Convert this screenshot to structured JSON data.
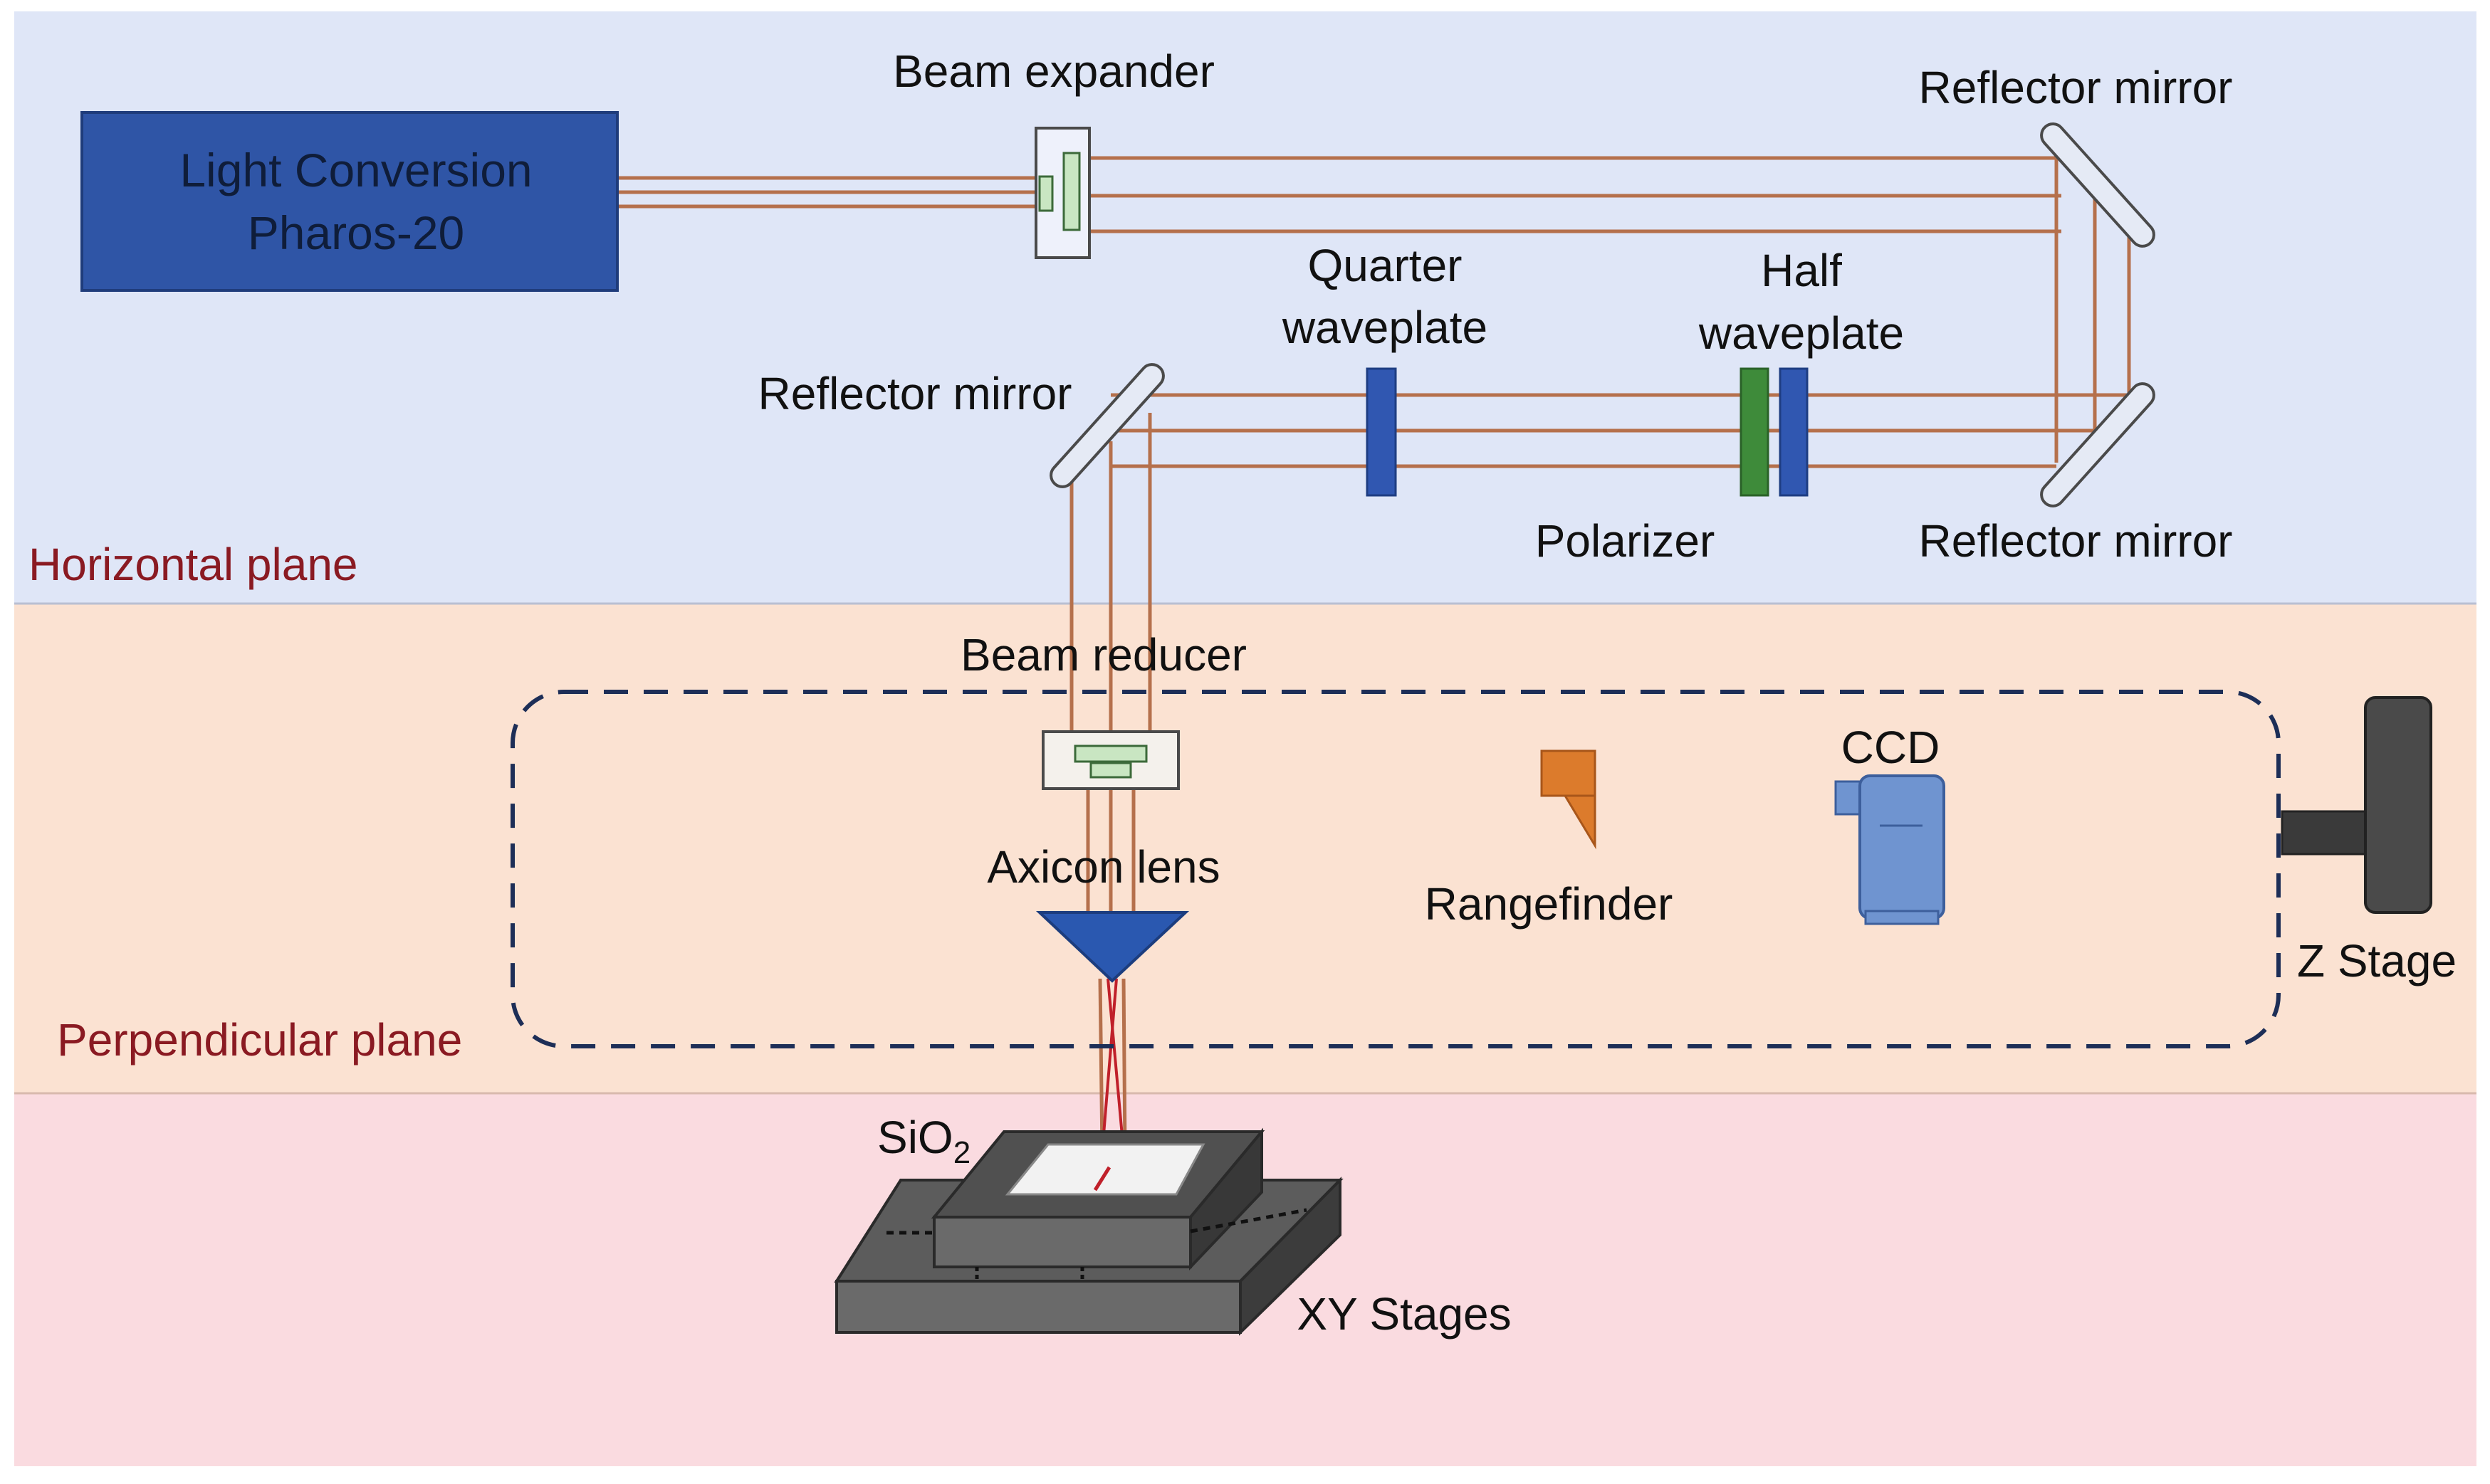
{
  "laser": {
    "line1": "Light Conversion",
    "line2": "Pharos-20"
  },
  "planes": {
    "horizontal": "Horizontal plane",
    "perpendicular": "Perpendicular plane"
  },
  "labels": {
    "beam_expander": "Beam expander",
    "reflector_top_right": "Reflector mirror",
    "reflector_left": "Reflector mirror",
    "reflector_bottom_right": "Reflector mirror",
    "quarter_line1": "Quarter",
    "quarter_line2": "waveplate",
    "half_line1": "Half",
    "half_line2": "waveplate",
    "polarizer": "Polarizer",
    "beam_reducer": "Beam reducer",
    "axicon_lens": "Axicon lens",
    "rangefinder": "Rangefinder",
    "ccd": "CCD",
    "z_stage": "Z Stage",
    "sample_base": "SiO",
    "sample_sub": "2",
    "xy_stages": "XY Stages"
  },
  "colors": {
    "horizontal_bg": "#dfe6f7",
    "perpendicular_bg": "#fbe2d2",
    "bottom_bg": "#fadbe0",
    "laser_box": "#2f55a6",
    "beam": "#b5704c",
    "waveplate_blue": "#3057b1",
    "polarizer_green": "#3e8b3a",
    "rangefinder_orange": "#dc7b2c",
    "ccd_blue": "#6f94d0",
    "axicon_blue": "#2a58b0",
    "stage_gray": "#585858",
    "plane_label": "#8a1a22"
  }
}
